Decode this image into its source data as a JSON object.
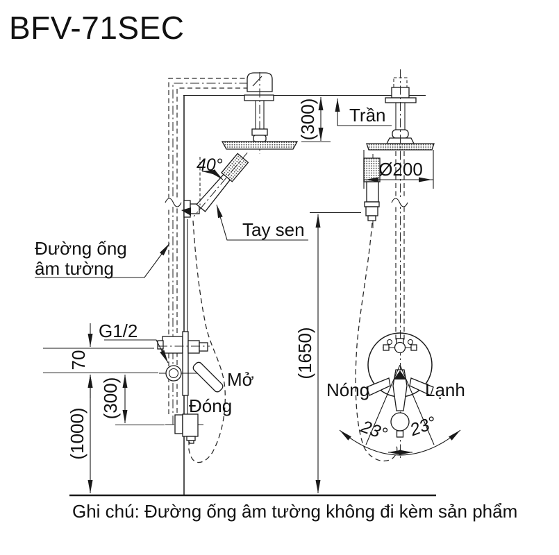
{
  "title": "BFV-71SEC",
  "labels": {
    "ceiling": "Trần",
    "hand_shower": "Tay sen",
    "pipe_line1": "Đường ống",
    "pipe_line2": "âm tường",
    "thread": "G1/2",
    "open": "Mở",
    "close": "Đóng",
    "hot": "Nóng",
    "cold": "Lạnh"
  },
  "dims": {
    "ceiling_offset": "(300)",
    "head_dia": "Ø200",
    "hand_angle": "40°",
    "outlet_gap": "70",
    "spout_gap": "(300)",
    "valve_height": "(1000)",
    "shower_height": "(1650)",
    "swing_left": "23°",
    "swing_right": "23°"
  },
  "note": "Ghi chú: Đường ống âm tường không đi kèm sản phẩm",
  "colors": {
    "ink": "#111111",
    "bg": "#ffffff"
  }
}
